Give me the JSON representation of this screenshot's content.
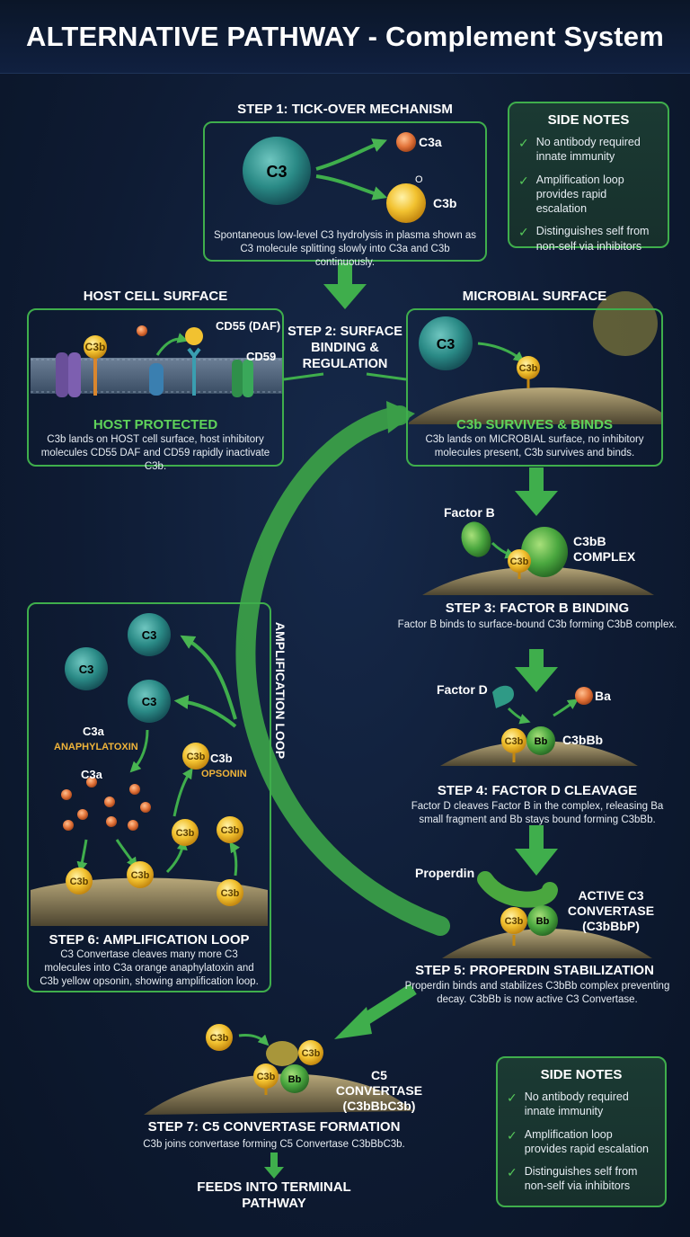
{
  "title": "ALTERNATIVE PATHWAY - Complement System",
  "step1": {
    "heading": "STEP 1: TICK-OVER MECHANISM",
    "mol_c3": "C3",
    "mol_c3a": "C3a",
    "mol_c3b": "C3b",
    "mol_o": "O",
    "desc": "Spontaneous low-level C3 hydrolysis in plasma shown as C3 molecule splitting slowly into C3a and C3b continuously."
  },
  "side_notes_top": {
    "title": "SIDE NOTES",
    "items": [
      "No antibody required innate immunity",
      "Amplification loop provides rapid escalation",
      "Distinguishes self from non-self via inhibitors"
    ]
  },
  "host": {
    "heading": "HOST CELL SURFACE",
    "c3b": "C3b",
    "cd55": "CD55 (DAF)",
    "cd59": "CD59",
    "status": "HOST PROTECTED",
    "desc": "C3b lands on HOST cell surface, host inhibitory molecules CD55 DAF and CD59 rapidly inactivate C3b."
  },
  "step2": {
    "heading": "STEP 2: SURFACE BINDING & REGULATION"
  },
  "microbial": {
    "heading": "MICROBIAL SURFACE",
    "c3": "C3",
    "c3b": "C3b",
    "status": "C3b SURVIVES & BINDS",
    "desc": "C3b lands on MICROBIAL surface, no inhibitory molecules present, C3b survives and binds."
  },
  "step3": {
    "factor_b": "Factor B",
    "c3b": "C3b",
    "complex": "C3bB COMPLEX",
    "heading": "STEP 3: FACTOR B BINDING",
    "desc": "Factor B binds to surface-bound C3b forming C3bB complex."
  },
  "step4": {
    "factor_d": "Factor D",
    "ba": "Ba",
    "c3b": "C3b",
    "bb": "Bb",
    "complex": "C3bBb",
    "heading": "STEP 4: FACTOR D CLEAVAGE",
    "desc": "Factor D cleaves Factor B in the complex, releasing Ba small fragment and Bb stays bound forming C3bBb."
  },
  "step5": {
    "properdin": "Properdin",
    "c3b": "C3b",
    "bb": "Bb",
    "active": "ACTIVE C3 CONVERTASE (C3bBbP)",
    "heading": "STEP 5: PROPERDIN STABILIZATION",
    "desc": "Properdin binds and stabilizes C3bBb complex preventing decay. C3bBb is now active C3 Convertase."
  },
  "step6": {
    "c3": "C3",
    "c3a": "C3a",
    "anaphylatoxin": "ANAPHYLATOXIN",
    "c3b": "C3b",
    "opsonin": "OPSONIN",
    "heading": "STEP 6: AMPLIFICATION LOOP",
    "desc": "C3 Convertase cleaves many more C3 molecules into C3a orange anaphylatoxin and C3b yellow opsonin, showing amplification loop."
  },
  "loop_label": "AMPLIFICATION LOOP",
  "step7": {
    "c3b": "C3b",
    "bb": "Bb",
    "c5": "C5 CONVERTASE (C3bBbC3b)",
    "heading": "STEP 7: C5 CONVERTASE FORMATION",
    "desc": "C3b joins convertase forming C5 Convertase C3bBbC3b."
  },
  "terminal": "FEEDS INTO TERMINAL PATHWAY",
  "side_notes_bottom": {
    "title": "SIDE NOTES",
    "items": [
      "No antibody required innate immunity",
      "Amplification loop provides rapid escalation",
      "Distinguishes self from non-self via inhibitors"
    ]
  },
  "colors": {
    "accent_green": "#3fae4c",
    "c3_teal": "#2f8f8c",
    "c3a_orange": "#e27a3c",
    "c3b_yellow": "#f2b630",
    "factor_green": "#4aa73f"
  }
}
